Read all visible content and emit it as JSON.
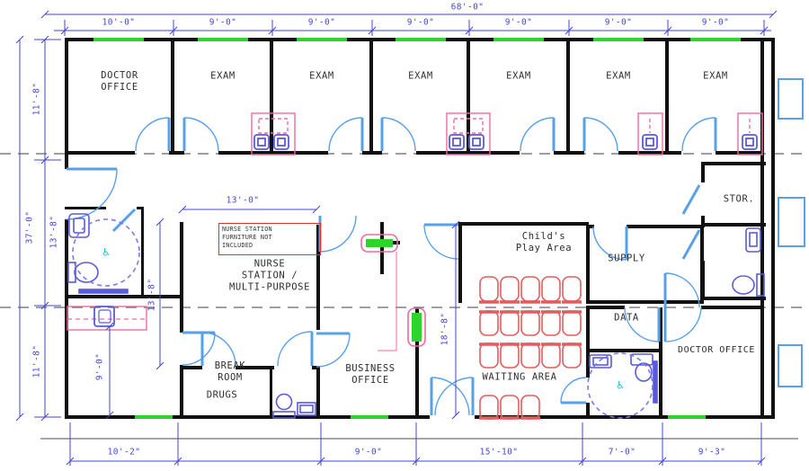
{
  "drawing": {
    "rooms": {
      "doctor_office_top": "DOCTOR\nOFFICE",
      "exam": "EXAM",
      "stor": "STOR.",
      "supply": "SUPPLY",
      "data": "DATA",
      "doctor_office_br": "DOCTOR OFFICE",
      "childs_play": "Child's\nPlay Area",
      "nurse_station": "NURSE\nSTATION /\nMULTI-PURPOSE",
      "waiting": "WAITING AREA",
      "business": "BUSINESS\nOFFICE",
      "break_room": "BREAK\nROOM",
      "drugs": "DRUGS"
    },
    "note": "NURSE STATION\nFURNITURE NOT\nINCLUDED",
    "dims": {
      "top_total": "68'-0\"",
      "top": [
        "10'-0\"",
        "9'-0\"",
        "9'-0\"",
        "9'-0\"",
        "9'-0\"",
        "9'-0\"",
        "9'-0\""
      ],
      "left_total": "37'-0\"",
      "left": [
        "11'-8\"",
        "13'-8\"",
        "11'-8\""
      ],
      "bottom": [
        "10'-2\"",
        "9'-0\"",
        "15'-10\"",
        "7'-0\"",
        "9'-3\""
      ],
      "nurse_width": "13'-0\"",
      "nurse_height": "13'-8\"",
      "waiting_height": "18'-8\"",
      "break_height": "9'-0\""
    },
    "symbols": {
      "wheelchair": "♿"
    },
    "colors": {
      "wall": "#111111",
      "dim": "#4545d5",
      "door": "#58a0ea",
      "window": "#2fd32f",
      "casework": "#ef6b9e",
      "chair": "#e25d5d",
      "fixture": "#5a5ade",
      "accent_cyan": "#00cccc",
      "note_red": "#e03131"
    }
  }
}
